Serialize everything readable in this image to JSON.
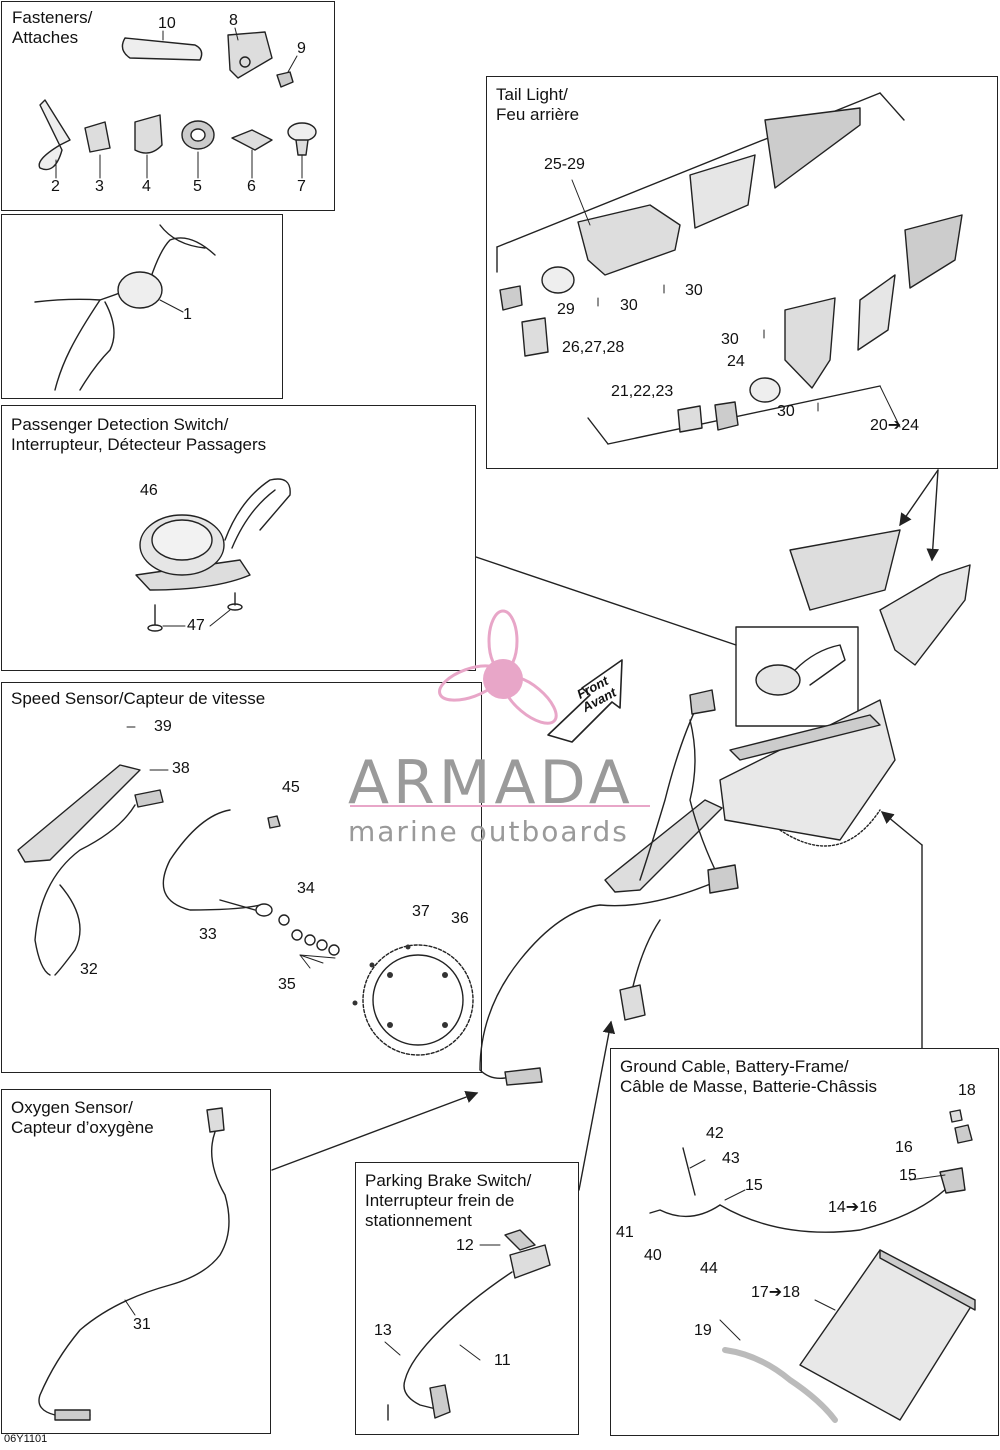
{
  "sections": {
    "fasteners": {
      "title": "Fasteners/\nAttaches"
    },
    "harness": {},
    "tail_light": {
      "title": "Tail Light/\nFeu arrière"
    },
    "passenger": {
      "title": "Passenger Detection Switch/\nInterrupteur, Détecteur Passagers"
    },
    "speed": {
      "title": "Speed Sensor/Capteur de vitesse"
    },
    "oxygen": {
      "title": "Oxygen Sensor/\nCapteur d’oxygène"
    },
    "parking": {
      "title": "Parking Brake Switch/\nInterrupteur frein de\nstationnement"
    },
    "ground": {
      "title": "Ground Cable, Battery-Frame/\nCâble de Masse, Batterie-Châssis"
    }
  },
  "labels": {
    "fasteners": [
      "10",
      "8",
      "9",
      "2",
      "3",
      "4",
      "5",
      "6",
      "7"
    ],
    "harness": [
      "1"
    ],
    "tail_light": [
      "25-29",
      "29",
      "30",
      "30",
      "26,27,28",
      "30",
      "24",
      "21,22,23",
      "30",
      "20➔24"
    ],
    "passenger": [
      "46",
      "47"
    ],
    "speed": [
      "39",
      "38",
      "45",
      "34",
      "33",
      "37",
      "36",
      "35",
      "32"
    ],
    "oxygen": [
      "31"
    ],
    "parking": [
      "12",
      "13",
      "11"
    ],
    "ground": [
      "18",
      "42",
      "43",
      "16",
      "15",
      "15",
      "14➔16",
      "41",
      "40",
      "44",
      "17➔18",
      "19"
    ]
  },
  "watermark": {
    "brand": "ARMADA",
    "tagline": "marine outboards",
    "color": "#e8a6c8"
  },
  "front_arrow": {
    "text": "Front\nAvant"
  },
  "diagram_code": "06Y1101"
}
